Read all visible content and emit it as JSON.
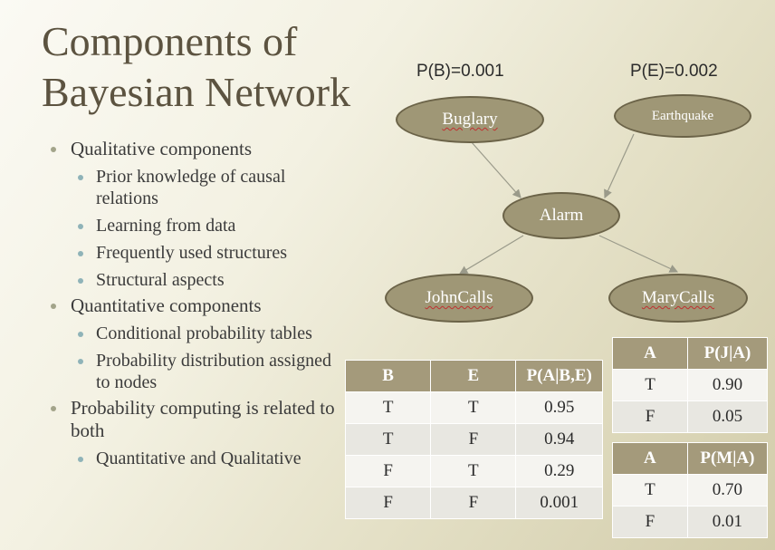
{
  "slide": {
    "title_line1": "Components of",
    "title_line2": "Bayesian Network",
    "bullets": [
      {
        "level": 1,
        "text": "Qualitative components"
      },
      {
        "level": 2,
        "text": "Prior knowledge of causal relations"
      },
      {
        "level": 2,
        "text": "Learning from data"
      },
      {
        "level": 2,
        "text": "Frequently used structures"
      },
      {
        "level": 2,
        "text": "Structural aspects"
      },
      {
        "level": 1,
        "text": "Quantitative components"
      },
      {
        "level": 2,
        "text": "Conditional probability tables"
      },
      {
        "level": 2,
        "text": "Probability distribution assigned to nodes"
      },
      {
        "level": 1,
        "text": "Probability computing is related to both"
      },
      {
        "level": 2,
        "text": "Quantitative and Qualitative"
      }
    ]
  },
  "network": {
    "prob_b": "P(B)=0.001",
    "prob_e": "P(E)=0.002",
    "nodes": {
      "burglary": "Buglary",
      "earthquake": "Earthquake",
      "alarm": "Alarm",
      "johncalls": "JohnCalls",
      "marycalls": "MaryCalls"
    }
  },
  "tables": {
    "alarm": {
      "headers": [
        "B",
        "E",
        "P(A|B,E)"
      ],
      "rows": [
        [
          "T",
          "T",
          "0.95"
        ],
        [
          "T",
          "F",
          "0.94"
        ],
        [
          "F",
          "T",
          "0.29"
        ],
        [
          "F",
          "F",
          "0.001"
        ]
      ]
    },
    "john": {
      "headers": [
        "A",
        "P(J|A)"
      ],
      "rows": [
        [
          "T",
          "0.90"
        ],
        [
          "F",
          "0.05"
        ]
      ]
    },
    "mary": {
      "headers": [
        "A",
        "P(M|A)"
      ],
      "rows": [
        [
          "T",
          "0.70"
        ],
        [
          "F",
          "0.01"
        ]
      ]
    }
  },
  "colors": {
    "node_fill": "#9f9776",
    "table_header": "#a49a7b",
    "title": "#5c5340"
  }
}
